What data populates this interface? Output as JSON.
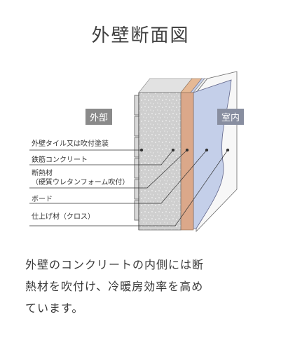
{
  "title": "外壁断面図",
  "diagram": {
    "outside_label": "外部",
    "inside_label": "室内",
    "callouts": {
      "exterior_tile": "外壁タイル又は吹付塗装",
      "concrete": "鉄筋コンクリート",
      "insulation_line1": "断熱材",
      "insulation_line2": "（硬質ウレタンフォーム吹付）",
      "board": "ボード",
      "finish": "仕上げ材（クロス）"
    }
  },
  "caption": {
    "line1": "外壁のコンクリートの内側には断",
    "line2": "熱材を吹付け、冷暖房効率を高め",
    "line3": "ています。"
  }
}
